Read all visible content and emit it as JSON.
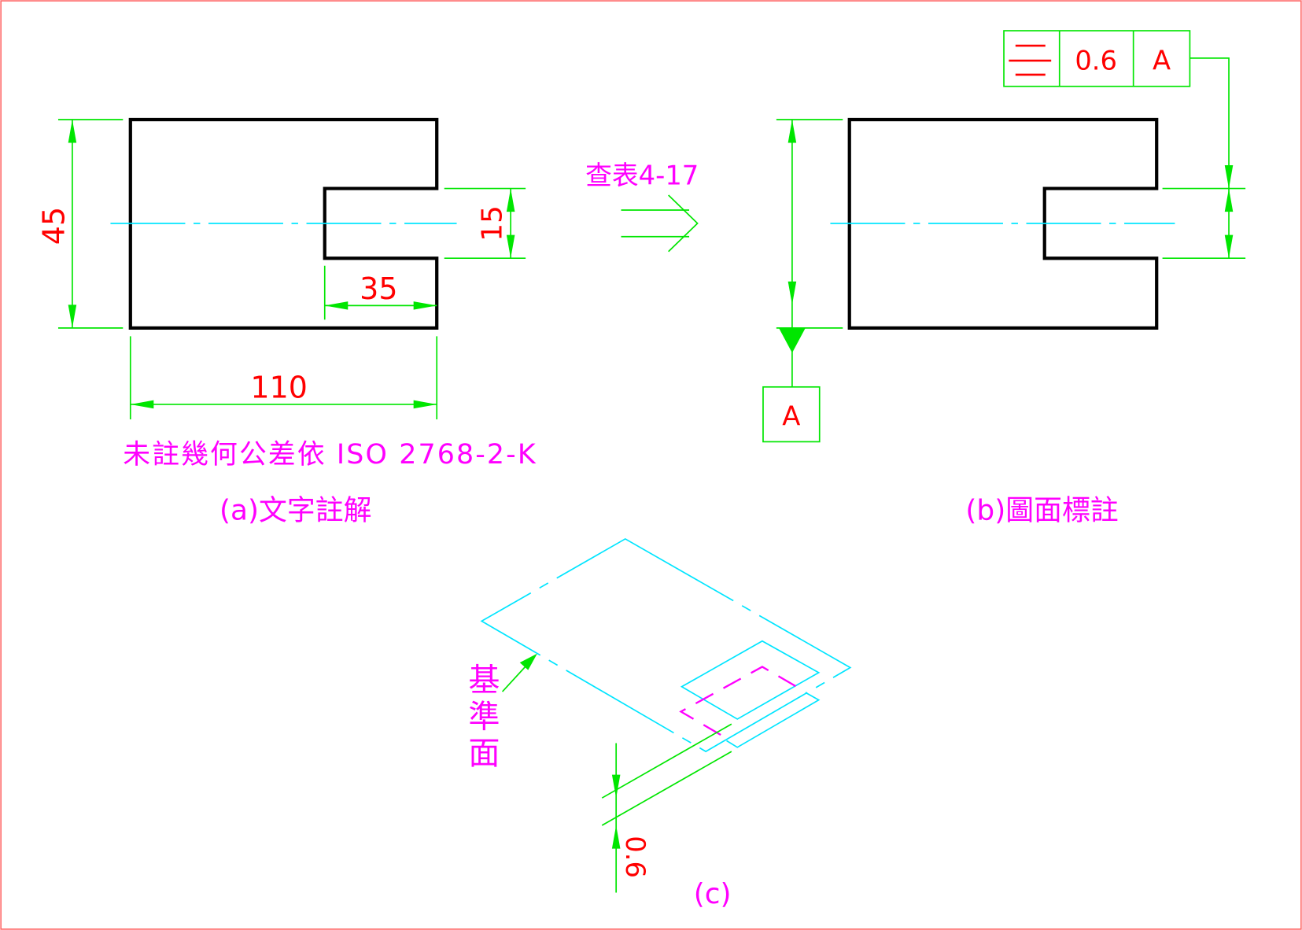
{
  "colors": {
    "outline": "#000000",
    "dimension": "#00e600",
    "dimension_text": "#ff0000",
    "centerline": "#00e5ff",
    "note": "#ff00ff",
    "border": "#ff6666"
  },
  "panel_a": {
    "dims": {
      "height": "45",
      "slot_width": "15",
      "slot_depth": "35",
      "length": "110"
    },
    "note": "未註幾何公差依 ISO 2768-2-K",
    "caption": "(a)文字註解"
  },
  "transition": {
    "label": "查表4-17"
  },
  "panel_b": {
    "feature_control_frame": {
      "symbol": "symmetry-icon",
      "tolerance": "0.6",
      "datum": "A"
    },
    "datum_label": "A",
    "caption": "(b)圖面標註"
  },
  "panel_c": {
    "datum_plane_label": [
      "基",
      "準",
      "面"
    ],
    "tolerance_zone": "0.6",
    "caption": "(c)"
  }
}
